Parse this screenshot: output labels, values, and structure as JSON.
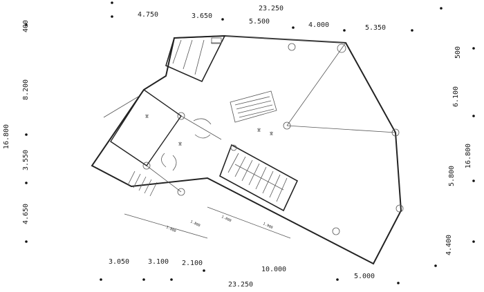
{
  "dimensions": {
    "top_total": "23.250",
    "top_segments": [
      "4.750",
      "3.650",
      "5.500",
      "4.000",
      "5.350"
    ],
    "bottom_total": "23.250",
    "bottom_segments": [
      "3.050",
      "3.100",
      "2.100",
      "10.000",
      "5.000"
    ],
    "left_total": "16.800",
    "left_segments": [
      "400",
      "8.200",
      "3.550",
      "4.650"
    ],
    "right_total": "16.800",
    "right_segments": [
      "500",
      "6.100",
      "5.800",
      "4.400"
    ]
  },
  "notes": {
    "room_labels": [
      "室",
      "室",
      "室",
      "室"
    ],
    "small_dims": [
      "1.800",
      "1.800",
      "1.000",
      "1.900"
    ]
  },
  "colors": {
    "ink": "#222222",
    "paper": "#ffffff"
  }
}
